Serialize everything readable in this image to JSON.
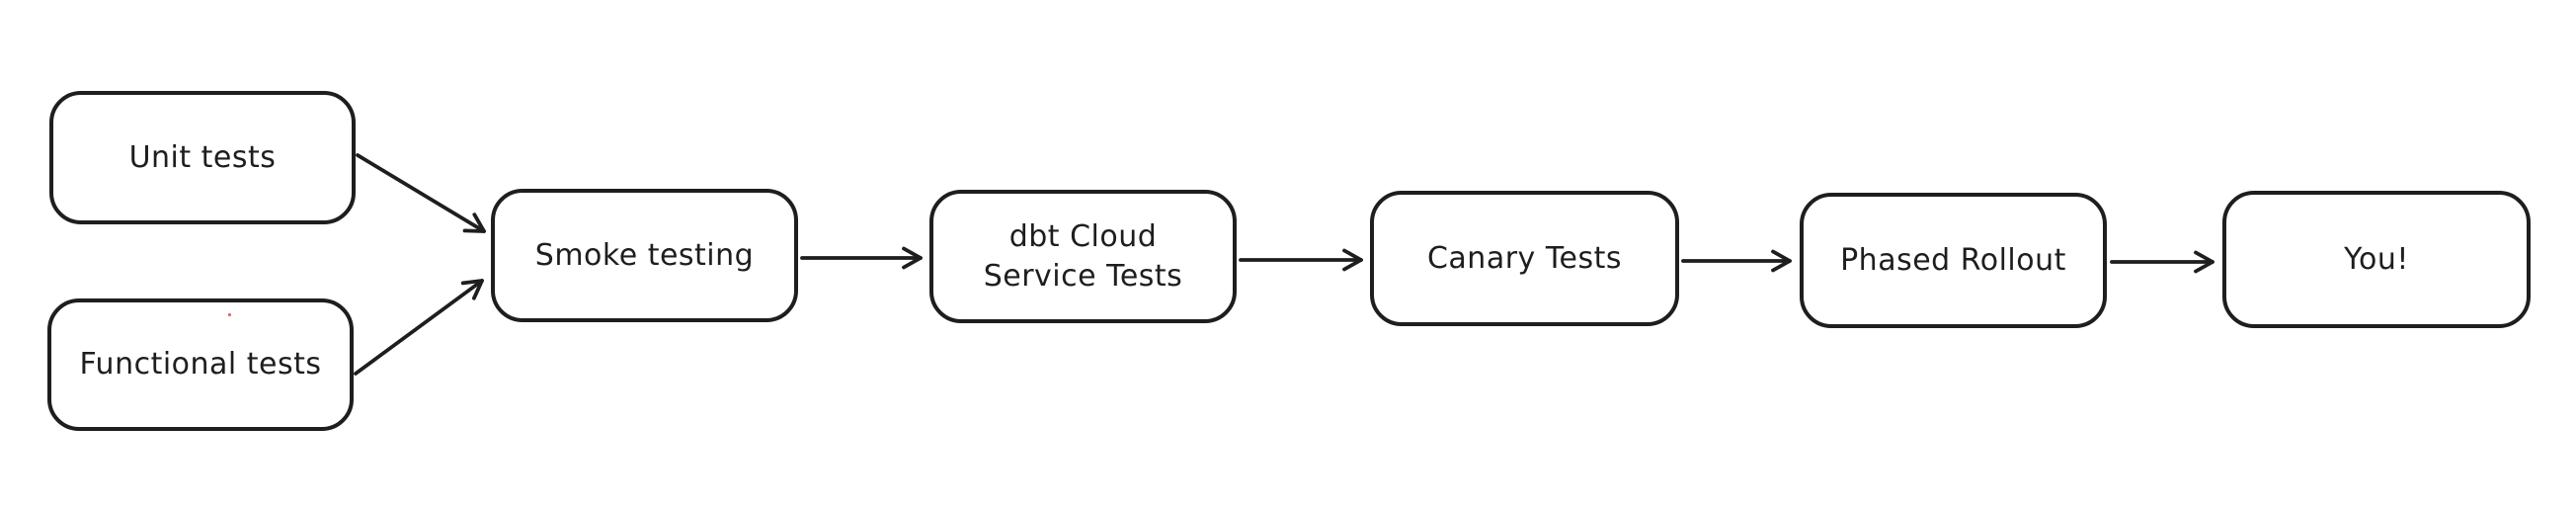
{
  "diagram": {
    "type": "flowchart",
    "background_color": "#ffffff",
    "stroke_color": "#1e1e1e",
    "node_fill_color": "#ffffff",
    "artifact_dot_color": "#dd6a6a",
    "nodes": [
      {
        "id": "unit-tests",
        "label": "Unit tests"
      },
      {
        "id": "functional-tests",
        "label": "Functional tests"
      },
      {
        "id": "smoke-testing",
        "label": "Smoke testing"
      },
      {
        "id": "dbt-cloud-service-tests",
        "label": "dbt Cloud\nService Tests"
      },
      {
        "id": "canary-tests",
        "label": "Canary Tests"
      },
      {
        "id": "phased-rollout",
        "label": "Phased Rollout"
      },
      {
        "id": "you",
        "label": "You!"
      }
    ],
    "edges": [
      {
        "from": "unit-tests",
        "to": "smoke-testing"
      },
      {
        "from": "functional-tests",
        "to": "smoke-testing"
      },
      {
        "from": "smoke-testing",
        "to": "dbt-cloud-service-tests"
      },
      {
        "from": "dbt-cloud-service-tests",
        "to": "canary-tests"
      },
      {
        "from": "canary-tests",
        "to": "phased-rollout"
      },
      {
        "from": "phased-rollout",
        "to": "you"
      }
    ]
  }
}
